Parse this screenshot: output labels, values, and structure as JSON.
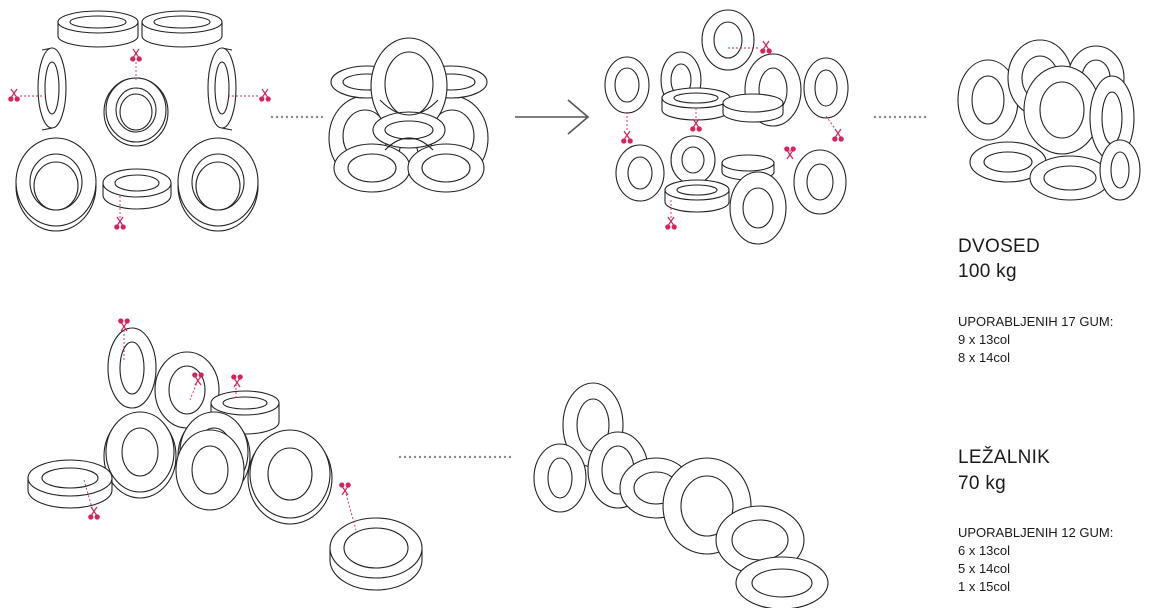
{
  "colors": {
    "line": "#222222",
    "accent": "#d6245a",
    "dots": "#888888"
  },
  "icons": [
    "scissors-icon",
    "arrow-right-icon",
    "dotted-connector"
  ],
  "dvosed": {
    "title": "DVOSED",
    "weight": "100 kg",
    "used": "UPORABLJENIH 17 GUM:",
    "items": [
      "9 x 13col",
      "8 x 14col"
    ]
  },
  "lezalnik": {
    "title": "LEŽALNIK",
    "weight": "70 kg",
    "used": "UPORABLJENIH 12 GUM:",
    "items": [
      "6 x 13col",
      "5 x 14col",
      "1 x 15col"
    ]
  }
}
